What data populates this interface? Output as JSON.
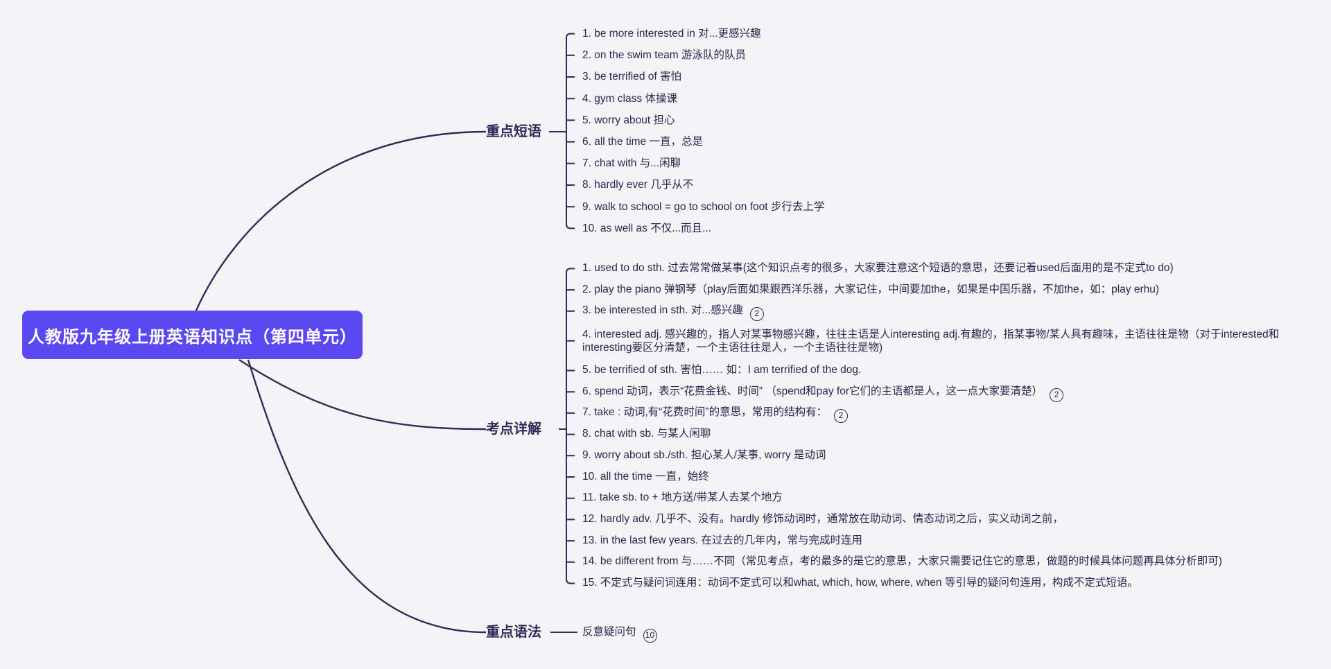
{
  "root": {
    "title": "人教版九年级上册英语知识点（第四单元）"
  },
  "colors": {
    "background": "#f4f4f6",
    "root_fill": "#5a49f2",
    "root_text": "#ffffff",
    "line": "#2f2a58",
    "text": "#2b2550"
  },
  "branches": [
    {
      "label": "重点短语",
      "items": [
        {
          "text": "1. be more interested in 对...更感兴趣"
        },
        {
          "text": "2. on the swim team 游泳队的队员"
        },
        {
          "text": "3. be terrified of 害怕"
        },
        {
          "text": "4. gym class 体操课"
        },
        {
          "text": "5. worry about 担心"
        },
        {
          "text": "6. all the time 一直，总是"
        },
        {
          "text": "7. chat with 与...闲聊"
        },
        {
          "text": "8. hardly ever 几乎从不"
        },
        {
          "text": "9. walk to school = go to school on foot 步行去上学"
        },
        {
          "text": "10. as well as 不仅...而且..."
        }
      ]
    },
    {
      "label": "考点详解",
      "items": [
        {
          "text": "1. used to do sth. 过去常常做某事(这个知识点考的很多，大家要注意这个短语的意思，还要记着used后面用的是不定式to do)"
        },
        {
          "text": "2. play the piano 弹钢琴（play后面如果跟西洋乐器，大家记住，中间要加the，如果是中国乐器，不加the，如：play erhu)"
        },
        {
          "text": "3. be interested in sth. 对...感兴趣",
          "badge": "2"
        },
        {
          "text": "4. interested adj. 感兴趣的，指人对某事物感兴趣，往往主语是人interesting adj.有趣的，指某事物/某人具有趣味，主语往往是物（对于interested和interesting要区分清楚，一个主语往往是人，一个主语往往是物)"
        },
        {
          "text": "5. be terrified of sth. 害怕…… 如：I am terrified of the dog."
        },
        {
          "text": "6. spend 动词，表示“花费金钱、时间” （spend和pay for它们的主语都是人，这一点大家要清楚）",
          "badge": "2"
        },
        {
          "text": "7. take : 动词,有“花费时间”的意思，常用的结构有：",
          "badge": "2"
        },
        {
          "text": "8. chat with sb. 与某人闲聊"
        },
        {
          "text": "9. worry about sb./sth. 担心某人/某事, worry 是动词"
        },
        {
          "text": "10. all the time 一直，始终"
        },
        {
          "text": "11. take sb. to + 地方送/带某人去某个地方"
        },
        {
          "text": "12. hardly adv. 几乎不、没有。hardly 修饰动词时，通常放在助动词、情态动词之后，实义动词之前，"
        },
        {
          "text": "13. in the last few years. 在过去的几年内，常与完成时连用"
        },
        {
          "text": "14. be different from 与……不同（常见考点，考的最多的是它的意思，大家只需要记住它的意思，做题的时候具体问题再具体分析即可)"
        },
        {
          "text": "15. 不定式与疑问词连用：动词不定式可以和what, which, how, where, when 等引导的疑问句连用，构成不定式短语。"
        }
      ]
    },
    {
      "label": "重点语法",
      "items": [
        {
          "text": "反意疑问句",
          "badge": "10"
        }
      ]
    }
  ]
}
